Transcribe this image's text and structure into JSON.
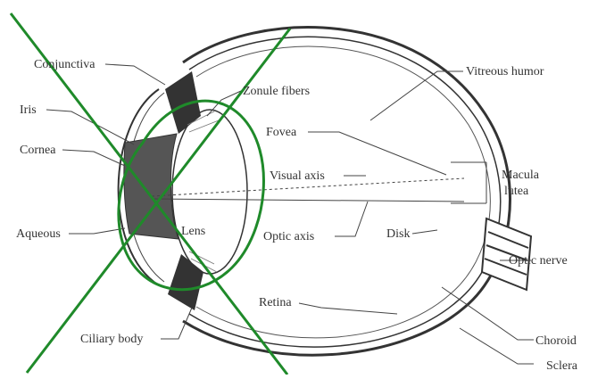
{
  "labels": {
    "conjunctiva": "Conjunctiva",
    "iris": "Iris",
    "cornea": "Cornea",
    "aqueous": "Aqueous",
    "ciliary_body": "Ciliary body",
    "zonule_fibers": "Zonule fibers",
    "fovea": "Fovea",
    "visual_axis": "Visual axis",
    "optic_axis": "Optic axis",
    "lens": "Lens",
    "retina": "Retina",
    "disk": "Disk",
    "vitreous_humor": "Vitreous humor",
    "macula_lutea_line1": "Macula",
    "macula_lutea_line2": "lutea",
    "optic_nerve": "Optic nerve",
    "choroid": "Choroid",
    "sclera": "Sclera"
  },
  "colors": {
    "line": "#333333",
    "anatomy": "#2b2b2b",
    "iris_fill": "#555555",
    "annotation": "#1f8a2a"
  }
}
